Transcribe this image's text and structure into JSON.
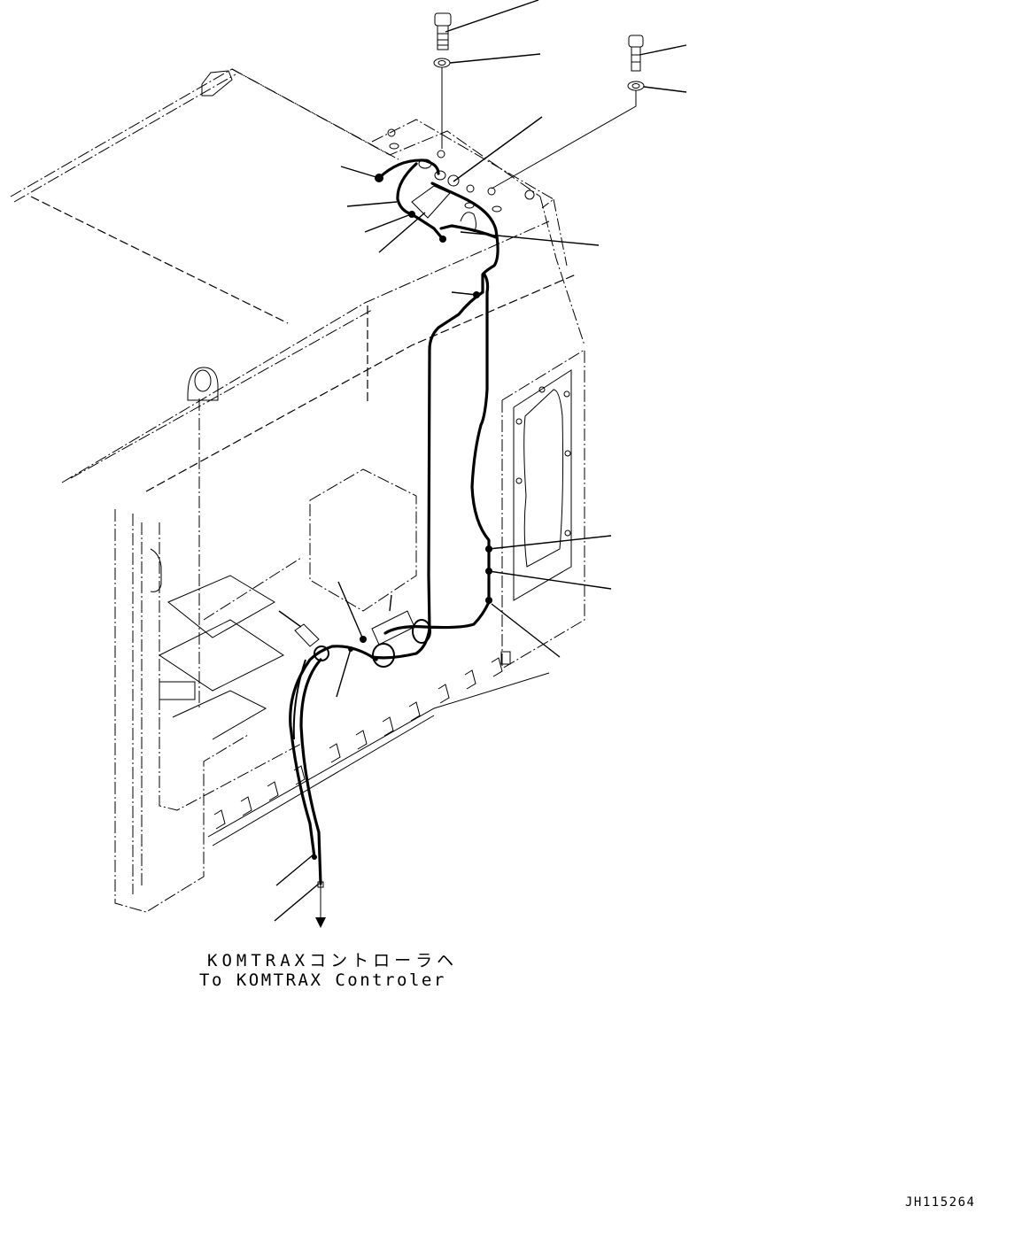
{
  "diagram": {
    "type": "exploded parts diagram (wiring harness installation)",
    "destination_label": {
      "japanese": "KOMTRAXコントローラヘ",
      "english": "To KOMTRAX Controler"
    },
    "figure_id": "JH115264",
    "callouts": {
      "count_leader_lines": 17,
      "numbers_shown": false
    },
    "parts_depicted": [
      "bolt-1",
      "washer-1",
      "bolt-2",
      "washer-2",
      "antenna-mount",
      "harness",
      "clamps",
      "connector",
      "cab-frame",
      "side-panel-cover"
    ]
  }
}
